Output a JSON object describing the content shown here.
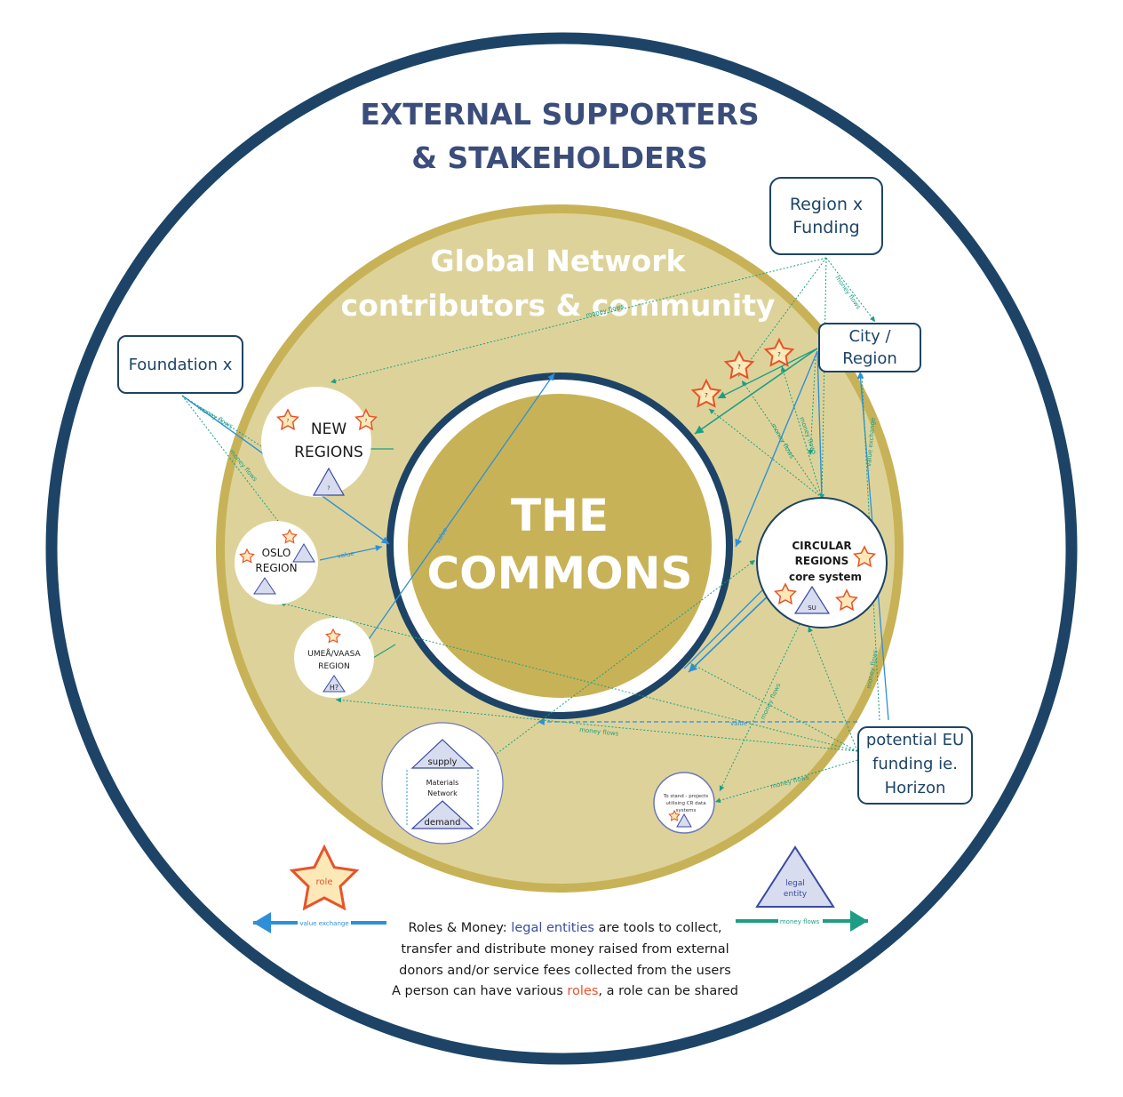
{
  "colors": {
    "outer_ring": "#1d4466",
    "gold": "#c8b257",
    "gold_light": "#ddd39a",
    "navy_text": "#3b4d7a",
    "dark_text": "#1a1a1a",
    "white": "#ffffff",
    "blue_arrow": "#2e8fd9",
    "green_arrow": "#1d9e84",
    "star_fill": "#fde9b8",
    "star_stroke": "#e7532a",
    "triangle_fill": "#d7dcef",
    "triangle_stroke": "#3a4aa0",
    "box_stroke": "#1d4466",
    "roles_orange": "#e7532a",
    "legal_blue": "#3b4d9a"
  },
  "outer": {
    "title_line1": "EXTERNAL SUPPORTERS",
    "title_line2": "& STAKEHOLDERS"
  },
  "network": {
    "title_line1": "Global Network",
    "title_line2": "contributors & community"
  },
  "commons": {
    "line1": "THE",
    "line2": "COMMONS"
  },
  "boxes": {
    "region_funding": {
      "line1": "Region x",
      "line2": "Funding"
    },
    "city_region": {
      "line1": "City /",
      "line2": "Region"
    },
    "foundation": {
      "line1": "Foundation x"
    },
    "eu_funding": {
      "line1": "potential EU",
      "line2": "funding ie.",
      "line3": "Horizon"
    }
  },
  "nodes": {
    "new_regions": {
      "line1": "NEW",
      "line2": "REGIONS",
      "star_label": "?",
      "triangle_label": "?"
    },
    "oslo": {
      "line1": "OSLO",
      "line2": "REGION"
    },
    "umea": {
      "line1": "UMEÅ/VAASA",
      "line2": "REGION",
      "triangle_label": "H?"
    },
    "circular": {
      "line1": "CIRCULAR",
      "line2": "REGIONS",
      "line3": "core system",
      "triangle_label": "SU"
    },
    "materials": {
      "line1": "Materials",
      "line2": "Network",
      "supply": "supply",
      "demand": "demand"
    },
    "projects": {
      "line1": "To stand - projects",
      "line2": "utilising CR data",
      "line3": "systems"
    }
  },
  "free_stars": {
    "label": "?"
  },
  "flow_labels": {
    "money_flows": "money flows",
    "value": "value",
    "value_exchange": "value exchange"
  },
  "legend": {
    "role": "role",
    "legal_entity_line1": "legal",
    "legal_entity_line2": "entity",
    "value_exchange": "value exchange",
    "money_flows": "money flows",
    "text_line1_prefix": "Roles & Money: ",
    "text_line1_highlight": "legal entities",
    "text_line1_suffix": " are tools to collect,",
    "text_line2": "transfer and distribute money raised from external",
    "text_line3": "donors and/or service fees collected from the users",
    "text_line4_prefix": "A person can have various ",
    "text_line4_highlight": "roles",
    "text_line4_suffix": ", a role can be shared"
  }
}
